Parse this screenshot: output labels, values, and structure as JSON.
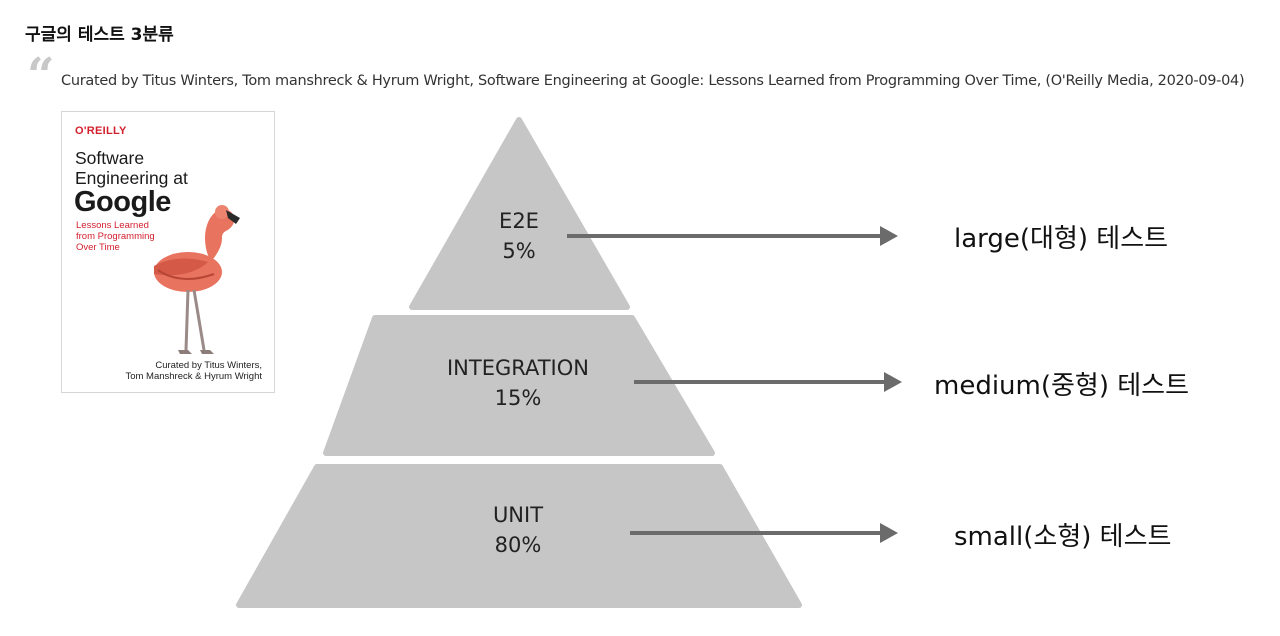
{
  "page": {
    "title": "구글의 테스트 3분류",
    "citation": "Curated by Titus Winters, Tom manshreck & Hyrum Wright, Software Engineering at Google: Lessons Learned from Programming Over Time, (O'Reilly Media, 2020-09-04)"
  },
  "book_cover": {
    "publisher": "O'REILLY",
    "title_line1": "Software",
    "title_line2": "Engineering at",
    "title_line3": "Google",
    "subtitle_line1": "Lessons Learned",
    "subtitle_line2": "from Programming",
    "subtitle_line3": "Over Time",
    "authors_line1": "Curated by Titus Winters,",
    "authors_line2": "Tom Manshreck & Hyrum Wright"
  },
  "pyramid": {
    "tiers": [
      {
        "name": "E2E",
        "percent": "5%",
        "test_size": "large(대형) 테스트"
      },
      {
        "name": "INTEGRATION",
        "percent": "15%",
        "test_size": "medium(중형) 테스트"
      },
      {
        "name": "UNIT",
        "percent": "80%",
        "test_size": "small(소형) 테스트"
      }
    ]
  },
  "colors": {
    "tier_fill": "#c6c6c6",
    "arrow": "#6b6b6b",
    "publisher_red": "#d3202f",
    "flamingo": "#e8735f"
  }
}
